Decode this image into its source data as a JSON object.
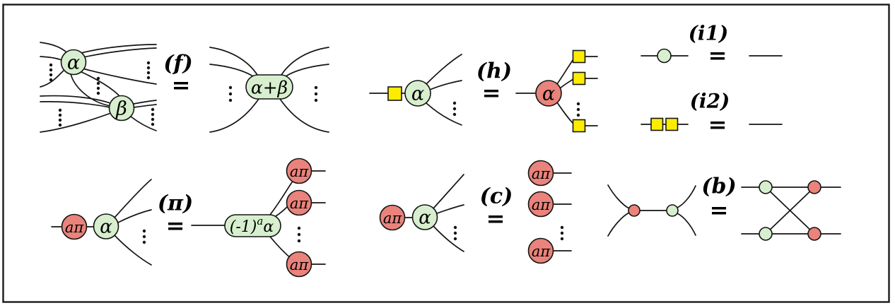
{
  "figure": {
    "description": "ZX-calculus rewrite rules"
  },
  "colors": {
    "green": "#d7efce",
    "red": "#e9837b",
    "yellow": "#fdec00",
    "wire": "#141414",
    "frame": "#1a1a1a",
    "background": "#ffffff"
  },
  "rules": {
    "f": {
      "label": "(f)",
      "equals": "=",
      "lhs": {
        "alpha": "α",
        "beta": "β"
      },
      "rhs": {
        "fused": "α+β"
      }
    },
    "h": {
      "label": "(h)",
      "equals": "=",
      "lhs": {
        "alpha": "α"
      },
      "rhs": {
        "alpha": "α"
      }
    },
    "i1": {
      "label": "(i1)",
      "equals": "="
    },
    "i2": {
      "label": "(i2)",
      "equals": "="
    },
    "pi": {
      "label": "(π)",
      "equals": "=",
      "lhs": {
        "api": "aπ",
        "alpha": "α"
      },
      "rhs": {
        "phase_base": "(-1)",
        "phase_sup": "a",
        "phase_alpha": "α",
        "outputs": [
          "aπ",
          "aπ",
          "aπ"
        ]
      }
    },
    "c": {
      "label": "(c)",
      "equals": "=",
      "lhs": {
        "api": "aπ",
        "alpha": "α"
      },
      "rhs": {
        "outputs": [
          "aπ",
          "aπ",
          "aπ"
        ]
      }
    },
    "b": {
      "label": "(b)",
      "equals": "="
    }
  }
}
